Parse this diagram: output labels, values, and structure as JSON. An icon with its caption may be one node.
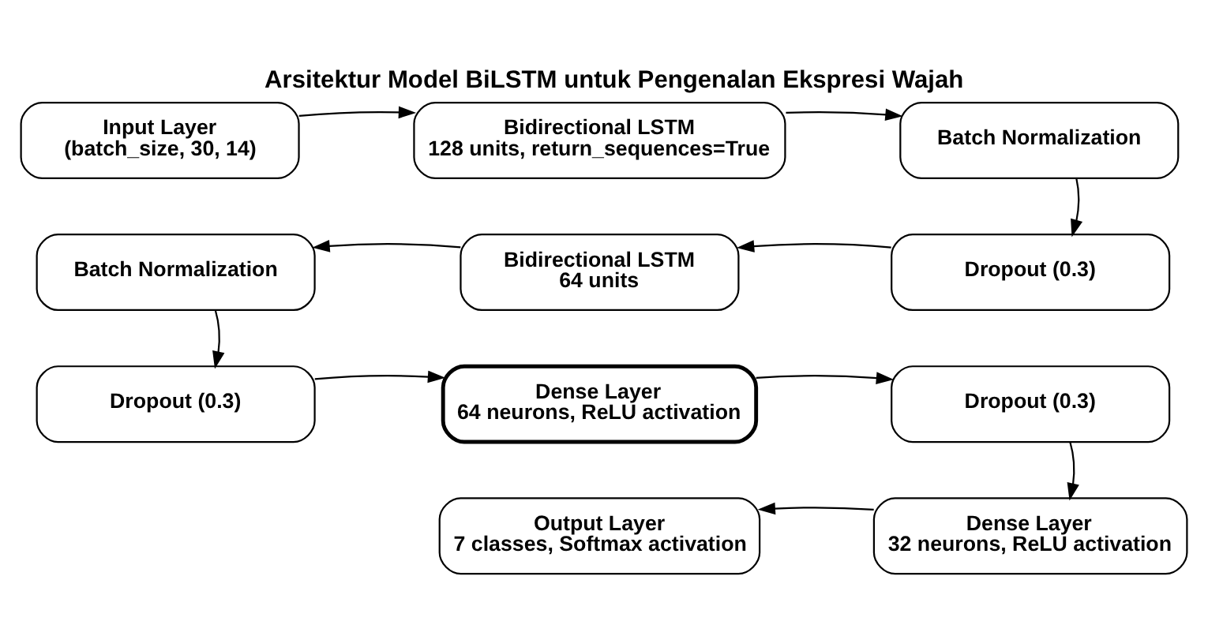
{
  "diagram": {
    "title": "Arsitektur Model BiLSTM untuk Pengenalan Ekspresi Wajah",
    "nodes": [
      {
        "text": [
          "Input Layer",
          "(batch_size, 30, 14)"
        ]
      },
      {
        "text": [
          "Bidirectional LSTM",
          "128 units, return_sequences=True"
        ]
      },
      {
        "text": [
          "Batch Normalization"
        ]
      },
      {
        "text": [
          "Dropout (0.3)"
        ]
      },
      {
        "text": [
          "Bidirectional LSTM",
          "64 units"
        ]
      },
      {
        "text": [
          "Batch Normalization"
        ]
      },
      {
        "text": [
          "Dropout (0.3)"
        ]
      },
      {
        "text": [
          "Dense Layer",
          "64 neurons, ReLU activation"
        ]
      },
      {
        "text": [
          "Dropout (0.3)"
        ]
      },
      {
        "text": [
          "Dense Layer",
          "32 neurons, ReLU activation"
        ]
      },
      {
        "text": [
          "Output Layer",
          "7 classes, Softmax activation"
        ]
      }
    ],
    "edges": [
      {
        "from": 0,
        "to": 1,
        "arrow": "to"
      },
      {
        "from": 1,
        "to": 2,
        "arrow": "to"
      },
      {
        "from": 2,
        "to": 3,
        "arrow": "to"
      },
      {
        "from": 3,
        "to": 4,
        "arrow": "to"
      },
      {
        "from": 4,
        "to": 5,
        "arrow": "to"
      },
      {
        "from": 5,
        "to": 6,
        "arrow": "to"
      },
      {
        "from": 6,
        "to": 7,
        "arrow": "to"
      },
      {
        "from": 7,
        "to": 8,
        "arrow": "to"
      },
      {
        "from": 8,
        "to": 9,
        "arrow": "to"
      },
      {
        "from": 9,
        "to": 10,
        "arrow": "to"
      }
    ]
  }
}
